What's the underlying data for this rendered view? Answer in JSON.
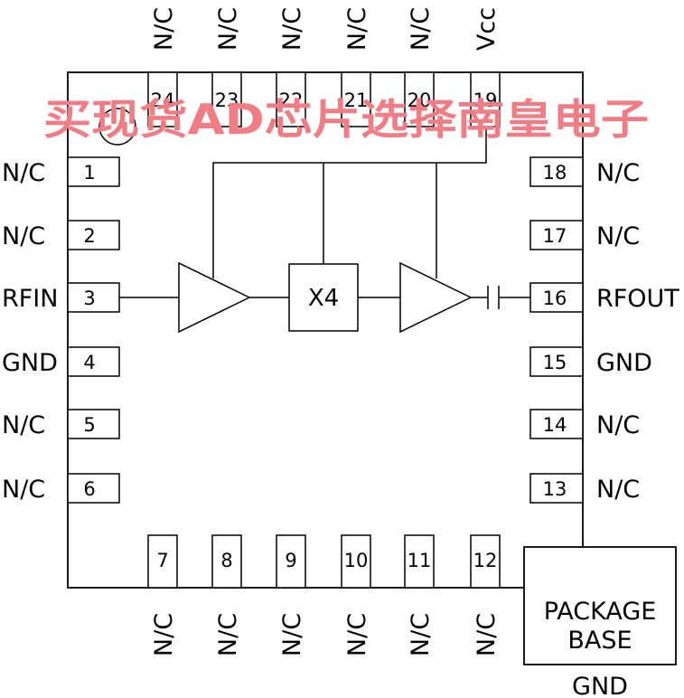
{
  "pins": {
    "top": [
      {
        "num": "24",
        "label": "N/C"
      },
      {
        "num": "23",
        "label": "N/C"
      },
      {
        "num": "22",
        "label": "N/C"
      },
      {
        "num": "21",
        "label": "N/C"
      },
      {
        "num": "20",
        "label": "N/C"
      },
      {
        "num": "19",
        "label": "Vcc"
      }
    ],
    "left": [
      {
        "num": "1",
        "label": "N/C"
      },
      {
        "num": "2",
        "label": "N/C"
      },
      {
        "num": "3",
        "label": "RFIN"
      },
      {
        "num": "4",
        "label": "GND"
      },
      {
        "num": "5",
        "label": "N/C"
      },
      {
        "num": "6",
        "label": "N/C"
      }
    ],
    "right": [
      {
        "num": "18",
        "label": "N/C"
      },
      {
        "num": "17",
        "label": "N/C"
      },
      {
        "num": "16",
        "label": "RFOUT"
      },
      {
        "num": "15",
        "label": "GND"
      },
      {
        "num": "14",
        "label": "N/C"
      },
      {
        "num": "13",
        "label": "N/C"
      }
    ],
    "bottom": [
      {
        "num": "7",
        "label": "N/C"
      },
      {
        "num": "8",
        "label": "N/C"
      },
      {
        "num": "9",
        "label": "N/C"
      },
      {
        "num": "10",
        "label": "N/C"
      },
      {
        "num": "11",
        "label": "N/C"
      },
      {
        "num": "12",
        "label": "N/C"
      }
    ]
  },
  "multiplier_label": "X4",
  "package_base": {
    "line1": "PACKAGE",
    "line2": "BASE",
    "gnd_label": "GND"
  },
  "watermark": "买现货AD芯片选择南皇电子",
  "colors": {
    "watermark": "#f17d84",
    "lines": "#000000"
  }
}
